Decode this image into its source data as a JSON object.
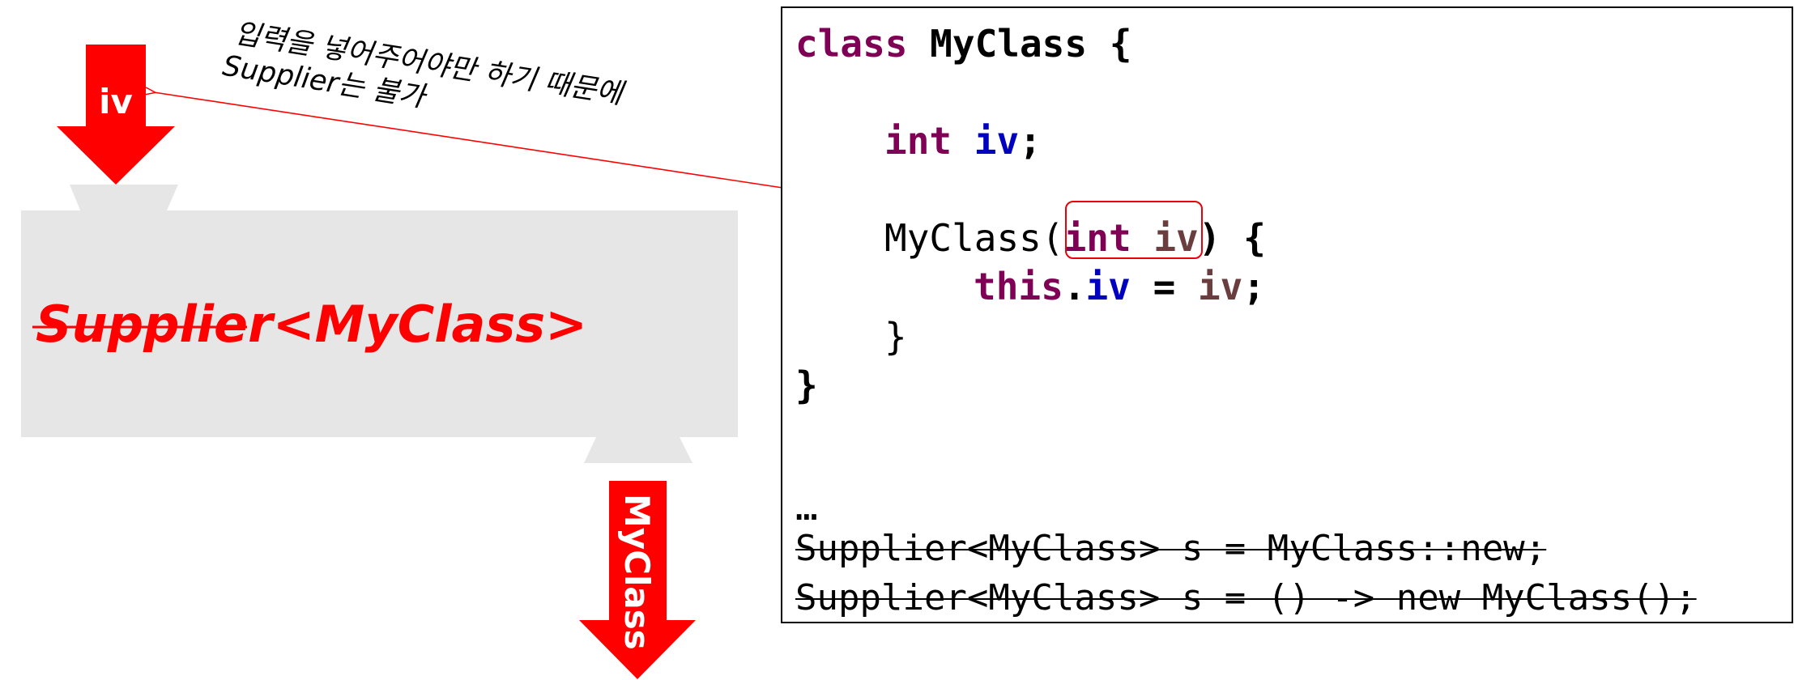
{
  "diagram": {
    "input_arrow_label": "iv",
    "output_arrow_label": "MyClass",
    "annotation_line1": "입력을 넣어주어야만 하기 때문에",
    "annotation_line2": "Supplier는 불가",
    "box_label_struck": "Supplier",
    "box_label_rest": "<MyClass>"
  },
  "code": {
    "line1_kw": "class",
    "line1_name": " MyClass {",
    "line2_kw": "int",
    "line2_field": " iv",
    "line2_end": ";",
    "line3_name": "MyClass(",
    "line3_kw": "int",
    "line3_param": " iv",
    "line3_end": ") {",
    "line4_kw": "this",
    "line4_dot": ".",
    "line4_field": "iv",
    "line4_eq": " = ",
    "line4_param": "iv",
    "line4_end": ";",
    "line5": "}",
    "line6": "}",
    "ellipsis": "…",
    "struck_line1": "Supplier<MyClass> s = MyClass::new;",
    "struck_line2": "Supplier<MyClass> s = () -> new MyClass();"
  },
  "colors": {
    "accent_red": "#ff0000",
    "box_gray": "#e6e6e6",
    "keyword": "#7f0055",
    "field": "#0000c0",
    "param": "#6a3e3e"
  }
}
